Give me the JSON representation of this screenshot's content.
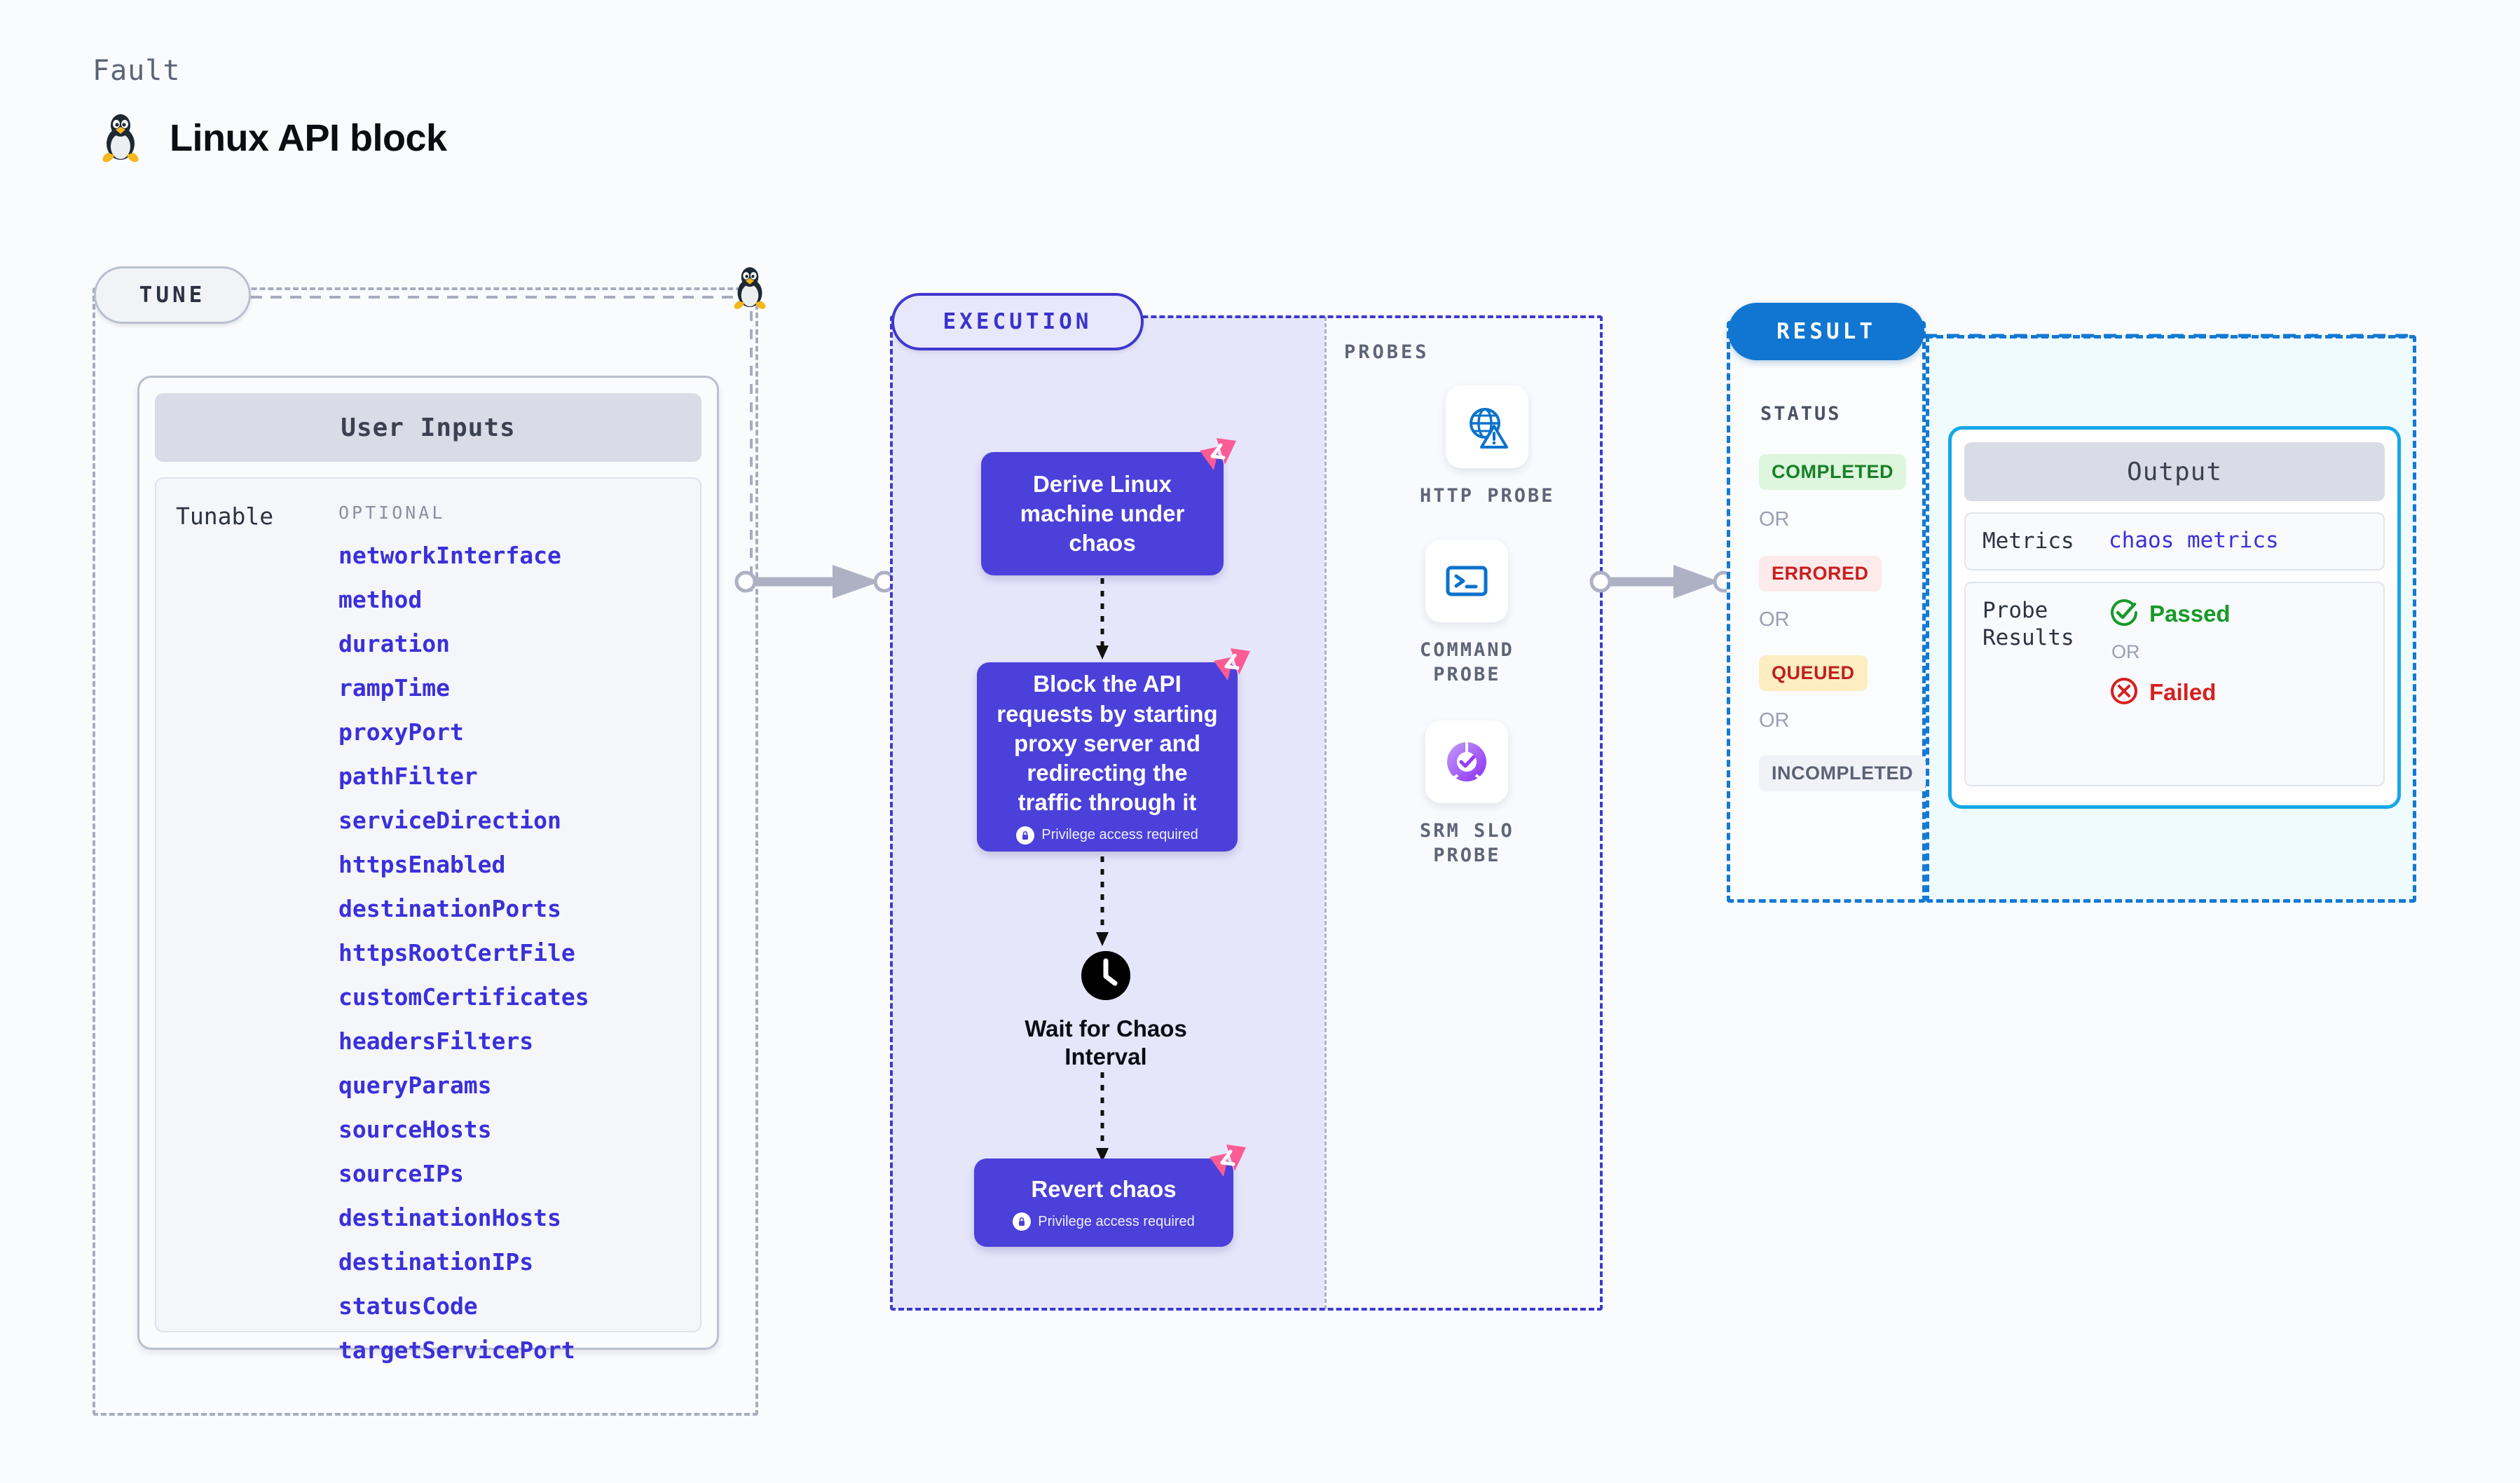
{
  "header": {
    "kicker": "Fault",
    "title": "Linux API block",
    "icon": "linux-penguin-icon"
  },
  "tune": {
    "pill_label": "TUNE",
    "icon": "linux-penguin-icon",
    "card": {
      "header": "User Inputs",
      "row_label": "Tunable",
      "group_label": "OPTIONAL",
      "items": [
        "networkInterface",
        "method",
        "duration",
        "rampTime",
        "proxyPort",
        "pathFilter",
        "serviceDirection",
        "httpsEnabled",
        "destinationPorts",
        "httpsRootCertFile",
        "customCertificates",
        "headersFilters",
        "queryParams",
        "sourceHosts",
        "sourceIPs",
        "destinationHosts",
        "destinationIPs",
        "statusCode",
        "targetServicePort"
      ]
    }
  },
  "execution": {
    "pill_label": "EXECUTION",
    "nodes": [
      {
        "id": "derive-linux-machine",
        "text": "Derive Linux machine under chaos",
        "privilege": null,
        "corner_icon": "litmus-chaos-mark-icon"
      },
      {
        "id": "block-api-requests",
        "text": "Block the API requests by starting proxy server and redirecting the traffic through it",
        "privilege": "Privilege access required",
        "corner_icon": "litmus-chaos-mark-icon"
      },
      {
        "id": "wait-for-chaos-interval",
        "text": "Wait for Chaos Interval",
        "icon": "clock-icon",
        "privilege": null,
        "corner_icon": null
      },
      {
        "id": "revert-chaos",
        "text": "Revert chaos",
        "privilege": "Privilege access required",
        "corner_icon": "litmus-chaos-mark-icon"
      }
    ]
  },
  "probes": {
    "label": "PROBES",
    "items": [
      {
        "name": "HTTP PROBE",
        "icon": "globe-warning-icon"
      },
      {
        "name": "COMMAND\nPROBE",
        "icon": "terminal-icon"
      },
      {
        "name": "SRM SLO\nPROBE",
        "icon": "slo-donut-check-icon"
      }
    ]
  },
  "result": {
    "pill_label": "RESULT",
    "status_label": "STATUS",
    "or_label": "OR",
    "statuses": [
      {
        "label": "COMPLETED",
        "fg": "#178026",
        "bg": "#ddf6dd"
      },
      {
        "label": "ERRORED",
        "fg": "#c91f1f",
        "bg": "#fdeaea"
      },
      {
        "label": "QUEUED",
        "fg": "#c02020",
        "bg": "#fdeec2"
      },
      {
        "label": "INCOMPLETED",
        "fg": "#5b6276",
        "bg": "#f1f2f7"
      }
    ],
    "output": {
      "header": "Output",
      "metrics_key": "Metrics",
      "metrics_value": "chaos metrics",
      "probe_results_key": "Probe\nResults",
      "passed_label": "Passed",
      "failed_label": "Failed",
      "or_label": "OR",
      "passed_icon": "check-circle-icon",
      "failed_icon": "x-circle-icon"
    }
  },
  "colors": {
    "accent_purple": "#4b40d9",
    "accent_blue": "#1176d1",
    "accent_cyan": "#16a7e8",
    "tunable_text": "#3b2fdb",
    "corner_mark_pink": "#fb5c93",
    "passed_green": "#179a28",
    "failed_red": "#d71f1f"
  }
}
